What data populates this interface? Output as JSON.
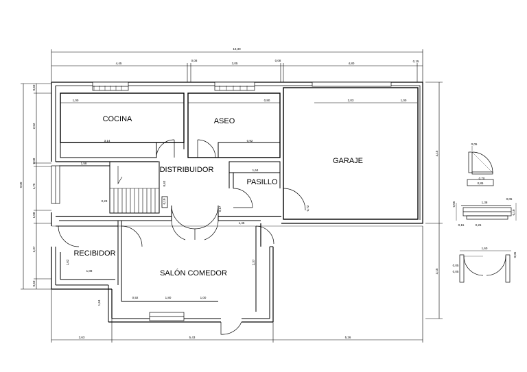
{
  "rooms": {
    "cocina": "COCINA",
    "aseo": "ASEO",
    "distribuidor": "DISTRIBUIDOR",
    "garaje": "GARAJE",
    "pasillo": "PASILLO",
    "recibidor": "RECIBIDOR",
    "salon": "SALÓN COMEDOR"
  },
  "dimensions": {
    "top_total": "13,30",
    "top_1": "4,45",
    "top_2": "0,08",
    "top_3": "3,05",
    "top_4": "0,08",
    "top_5": "4,80",
    "top_6": "0,15",
    "left_total": "9,00",
    "left_1": "0,50",
    "left_2": "2,52",
    "left_3": "0,08",
    "left_4": "1,75",
    "left_5": "1,08",
    "left_6": "2,37",
    "left_7": "0,50",
    "right_1": "4,15",
    "right_2": "3,15",
    "bottom_1": "2,63",
    "bottom_2": "5,43",
    "bottom_3": "5,26",
    "cocina_a": "1,00",
    "cocina_b": "3,14",
    "aseo_a": "0,80",
    "aseo_b": "0,92",
    "garaje_a": "2,03",
    "garaje_b": "1,00",
    "stair_a": "1,58",
    "stair_b": "0,23",
    "stair_c": "0,63",
    "stair_d": "0,10",
    "dist_a": "0,17",
    "pasillo_a": "1,64",
    "pasillo_b": "0,72",
    "pasillo_c": "1,45",
    "recib_a": "1,62",
    "recib_b": "1,08",
    "salon_a": "0,92",
    "salon_b": "1,80",
    "salon_c": "1,00",
    "salon_d": "2,37",
    "salon_e": "1,64",
    "d1_a": "0,05",
    "d1_b": "0,70",
    "d1_c": "0,85",
    "d2_a": "1,38",
    "d2_b": "0,05",
    "d2_c": "0,05",
    "d2_d": "0,10",
    "d2_e": "0,26",
    "d2_f": "0,15",
    "d3_a": "1,60",
    "d3_b": "0,05",
    "d3_c": "0,05",
    "d3_d": "0,05"
  }
}
